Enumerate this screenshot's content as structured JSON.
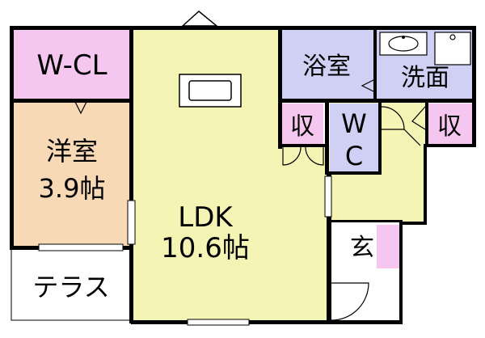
{
  "floorplan": {
    "rooms": {
      "wcl": {
        "label": "W-CL",
        "color": "#f5c6ef"
      },
      "western": {
        "label_line1": "洋室",
        "label_line2": "3.9帖",
        "color": "#f7d9b5"
      },
      "ldk": {
        "label_line1": "LDK",
        "label_line2": "10.6帖",
        "color": "#f4f5b5"
      },
      "bath": {
        "label": "浴室",
        "color": "#d0d0f5"
      },
      "washroom": {
        "label": "洗面",
        "color": "#d0d0f5"
      },
      "storage_left": {
        "label": "収",
        "color": "#f5c6ef"
      },
      "toilet": {
        "label_line1": "W",
        "label_line2": "C",
        "color": "#d0d0f5"
      },
      "storage_right": {
        "label": "収",
        "color": "#f5c6ef"
      },
      "entrance": {
        "label": "玄",
        "color": "#f5c6ef"
      },
      "terrace": {
        "label": "テラス",
        "color": "#ffffff"
      }
    },
    "colors": {
      "wall": "#000000",
      "hall": "#f4f5b5"
    }
  }
}
